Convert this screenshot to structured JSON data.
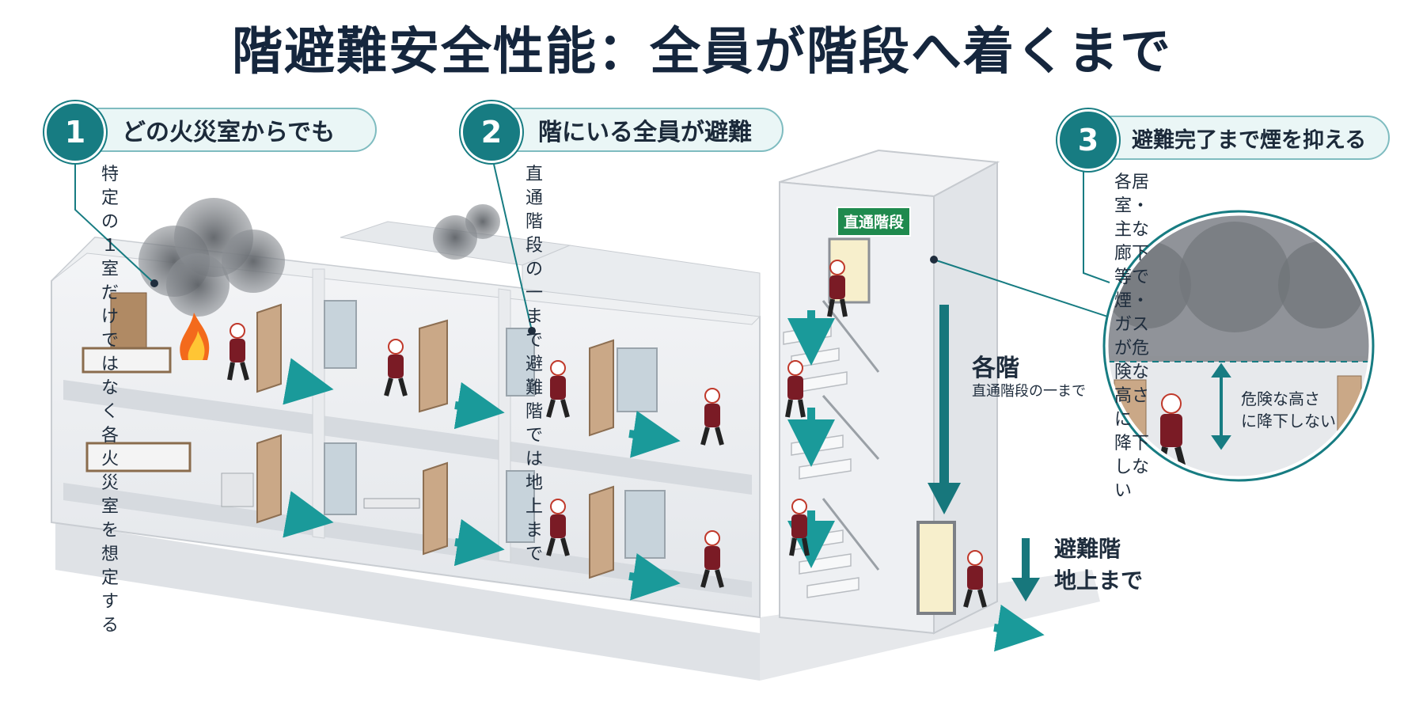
{
  "title": "階避難安全性能：全員が階段へ着くまで",
  "callouts": [
    {
      "number": "1",
      "heading": "どの火災室からでも",
      "lines": [
        "特定の１室だけではなく",
        "各火災室を想定する"
      ]
    },
    {
      "number": "2",
      "heading": "階にいる全員が避難",
      "lines": [
        "直通階段の一まで",
        "避難階では地上まで"
      ]
    },
    {
      "number": "3",
      "heading": "避難完了まで煙を抑える",
      "lines": [
        "各居室・主な廊下等で",
        "煙・ガスが危険な高さに",
        "降下しない"
      ]
    }
  ],
  "stair_sign": "直通階段",
  "each_floor": {
    "title": "各階",
    "sub": "直通階段の一まで"
  },
  "exit_floor": {
    "line1": "避難階",
    "line2": "地上まで"
  },
  "inset": {
    "line1": "危険な高さ",
    "line2": "に降下しない"
  },
  "colors": {
    "accent": "#177c82",
    "arrow": "#1a9a9a",
    "navy": "#15263d",
    "uniform": "#7a1b25",
    "helmet": "#ffffff",
    "smoke": "#6f7378",
    "fire": "#f36a1c"
  }
}
